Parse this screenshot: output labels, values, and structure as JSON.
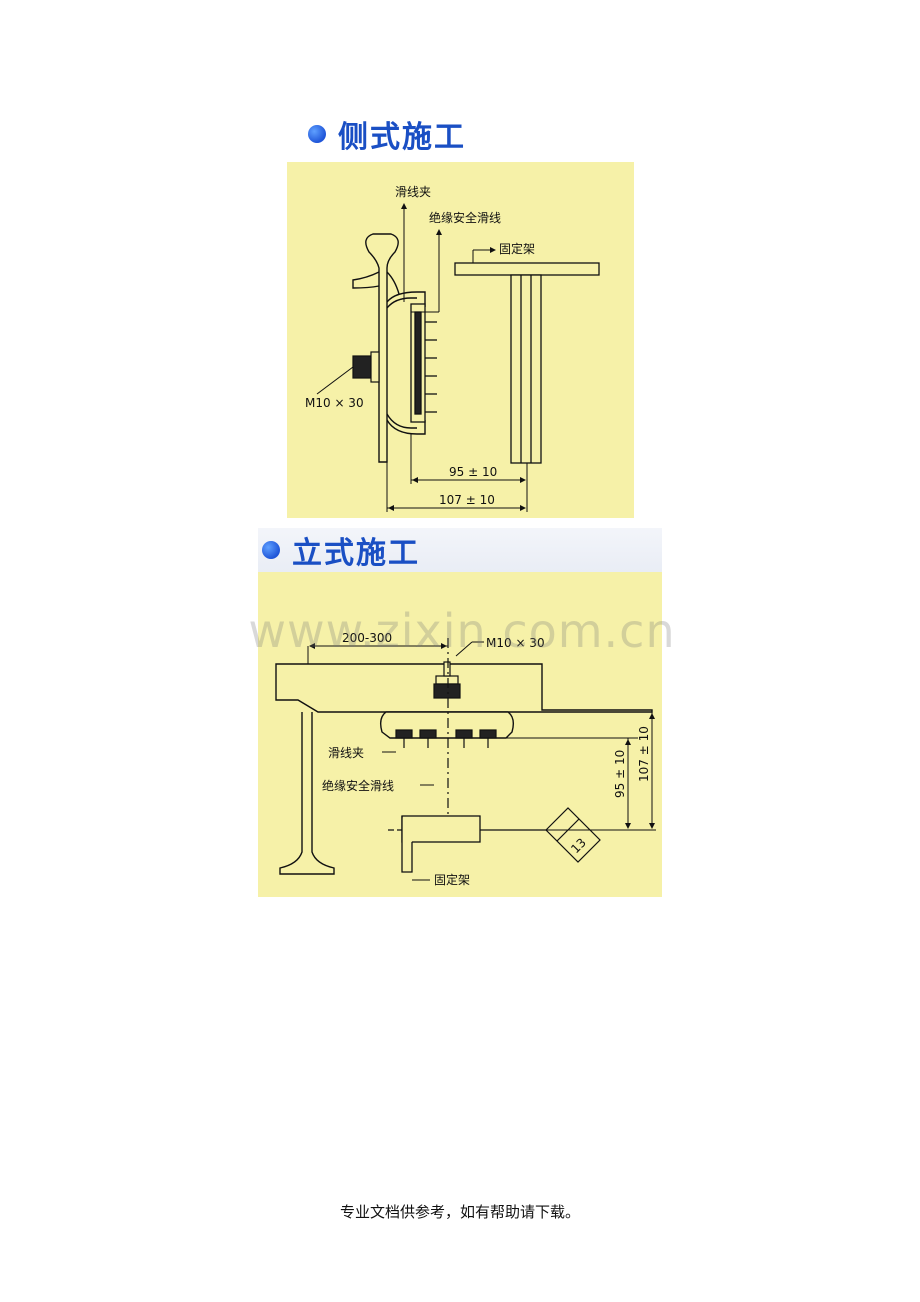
{
  "sections": [
    {
      "title": "侧式施工",
      "labels": {
        "clip": "滑线夹",
        "conductor": "绝缘安全滑线",
        "bracket": "固定架",
        "bolt": "M10 × 30",
        "dim_inner": "95 ± 10",
        "dim_outer": "107 ± 10"
      }
    },
    {
      "title": "立式施工",
      "labels": {
        "span": "200-300",
        "bolt": "M10 × 30",
        "clip": "滑线夹",
        "conductor": "绝缘安全滑线",
        "bracket": "固定架",
        "dim_inner": "95 ± 10",
        "dim_outer": "107 ± 10",
        "size": "13"
      }
    }
  ],
  "watermark": "www.zixin.com.cn",
  "footer": "专业文档供参考，如有帮助请下载。",
  "colors": {
    "panel_bg": "#f6f1a8",
    "heading": "#1a4fc4",
    "bullet": "#1f55d8"
  }
}
